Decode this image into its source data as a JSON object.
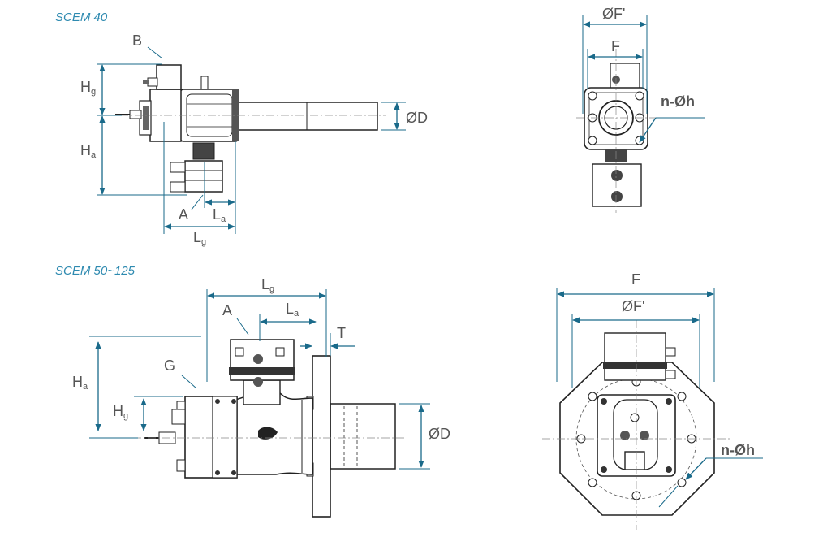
{
  "titles": {
    "scem40": "SCEM 40",
    "scem50": "SCEM 50~125"
  },
  "colors": {
    "dimension": "#1a6a8a",
    "drawing": "#1c1c1c",
    "title": "#2e8ab0"
  },
  "scem40_side": {
    "B": "B",
    "Hg_main": "H",
    "Hg_sub": "g",
    "Ha_main": "H",
    "Ha_sub": "a",
    "OD": "ØD",
    "A": "A",
    "La_main": "L",
    "La_sub": "a",
    "Lg_main": "L",
    "Lg_sub": "g"
  },
  "scem40_front": {
    "OF": "ØF'",
    "F": "F",
    "nh": "n-Øh"
  },
  "scem50_side": {
    "Lg_main": "L",
    "Lg_sub": "g",
    "A": "A",
    "La_main": "L",
    "La_sub": "a",
    "T": "T",
    "G": "G",
    "Ha_main": "H",
    "Ha_sub": "a",
    "Hg_main": "H",
    "Hg_sub": "g",
    "OD": "ØD"
  },
  "scem50_front": {
    "F": "F",
    "OF": "ØF'",
    "nh": "n-Øh"
  }
}
